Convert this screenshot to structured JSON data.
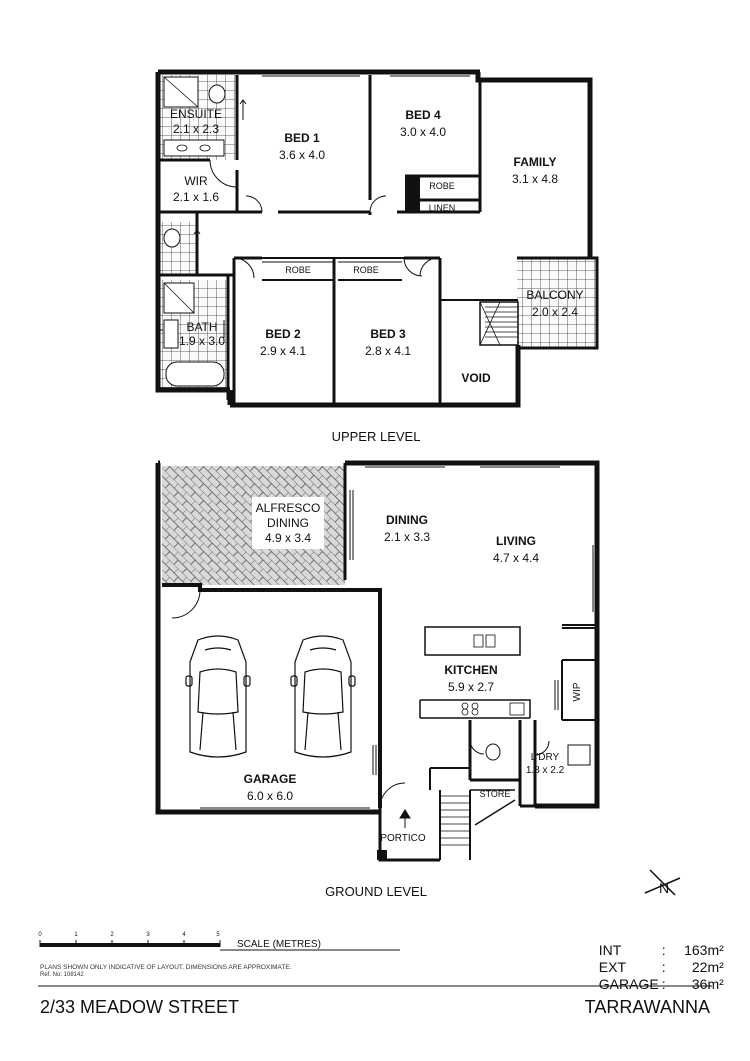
{
  "upper_level": {
    "label": "UPPER LEVEL",
    "rooms": [
      {
        "name": "ENSUITE",
        "dims": "2.1 x 2.3"
      },
      {
        "name": "BED 1",
        "dims": "3.6 x 4.0"
      },
      {
        "name": "BED 4",
        "dims": "3.0 x 4.0"
      },
      {
        "name": "FAMILY",
        "dims": "3.1 x 4.8"
      },
      {
        "name": "WIR",
        "dims": "2.1 x 1.6"
      },
      {
        "name": "BED 2",
        "dims": "2.9 x 4.1"
      },
      {
        "name": "BED 3",
        "dims": "2.8 x 4.1"
      },
      {
        "name": "BATH",
        "dims": "1.9 x 3.0"
      },
      {
        "name": "BALCONY",
        "dims": "2.0 x 2.4"
      },
      {
        "name": "VOID",
        "dims": ""
      }
    ],
    "fixtures": {
      "robe": "ROBE",
      "linen": "LINEN"
    }
  },
  "ground_level": {
    "label": "GROUND LEVEL",
    "rooms": [
      {
        "name": "ALFRESCO",
        "name2": "DINING",
        "dims": "4.9 x 3.4"
      },
      {
        "name": "DINING",
        "dims": "2.1 x 3.3"
      },
      {
        "name": "LIVING",
        "dims": "4.7 x 4.4"
      },
      {
        "name": "KITCHEN",
        "dims": "5.9 x 2.7"
      },
      {
        "name": "GARAGE",
        "dims": "6.0 x 6.0"
      },
      {
        "name": "L'DRY",
        "dims": "1.8 x 2.2"
      },
      {
        "name": "WIP",
        "dims": ""
      },
      {
        "name": "STORE",
        "dims": ""
      },
      {
        "name": "PORTICO",
        "dims": ""
      }
    ]
  },
  "compass": {
    "label": "N"
  },
  "scale": {
    "ticks": [
      "0",
      "1",
      "2",
      "3",
      "4",
      "5"
    ],
    "label": "SCALE (METRES)"
  },
  "disclaimer": "PLANS SHOWN ONLY INDICATIVE OF LAYOUT.  DIMENSIONS ARE APPROXIMATE.",
  "ref": "Ref. No: 108142",
  "areas": [
    {
      "label": "INT",
      "value": "163m²"
    },
    {
      "label": "EXT",
      "value": "22m²"
    },
    {
      "label": "GARAGE",
      "value": "36m²"
    }
  ],
  "address": "2/33 MEADOW STREET",
  "suburb": "TARRAWANNA",
  "colors": {
    "wall": "#111111",
    "tile_fill": "#f2f2f2",
    "paving": "#cccccc"
  }
}
